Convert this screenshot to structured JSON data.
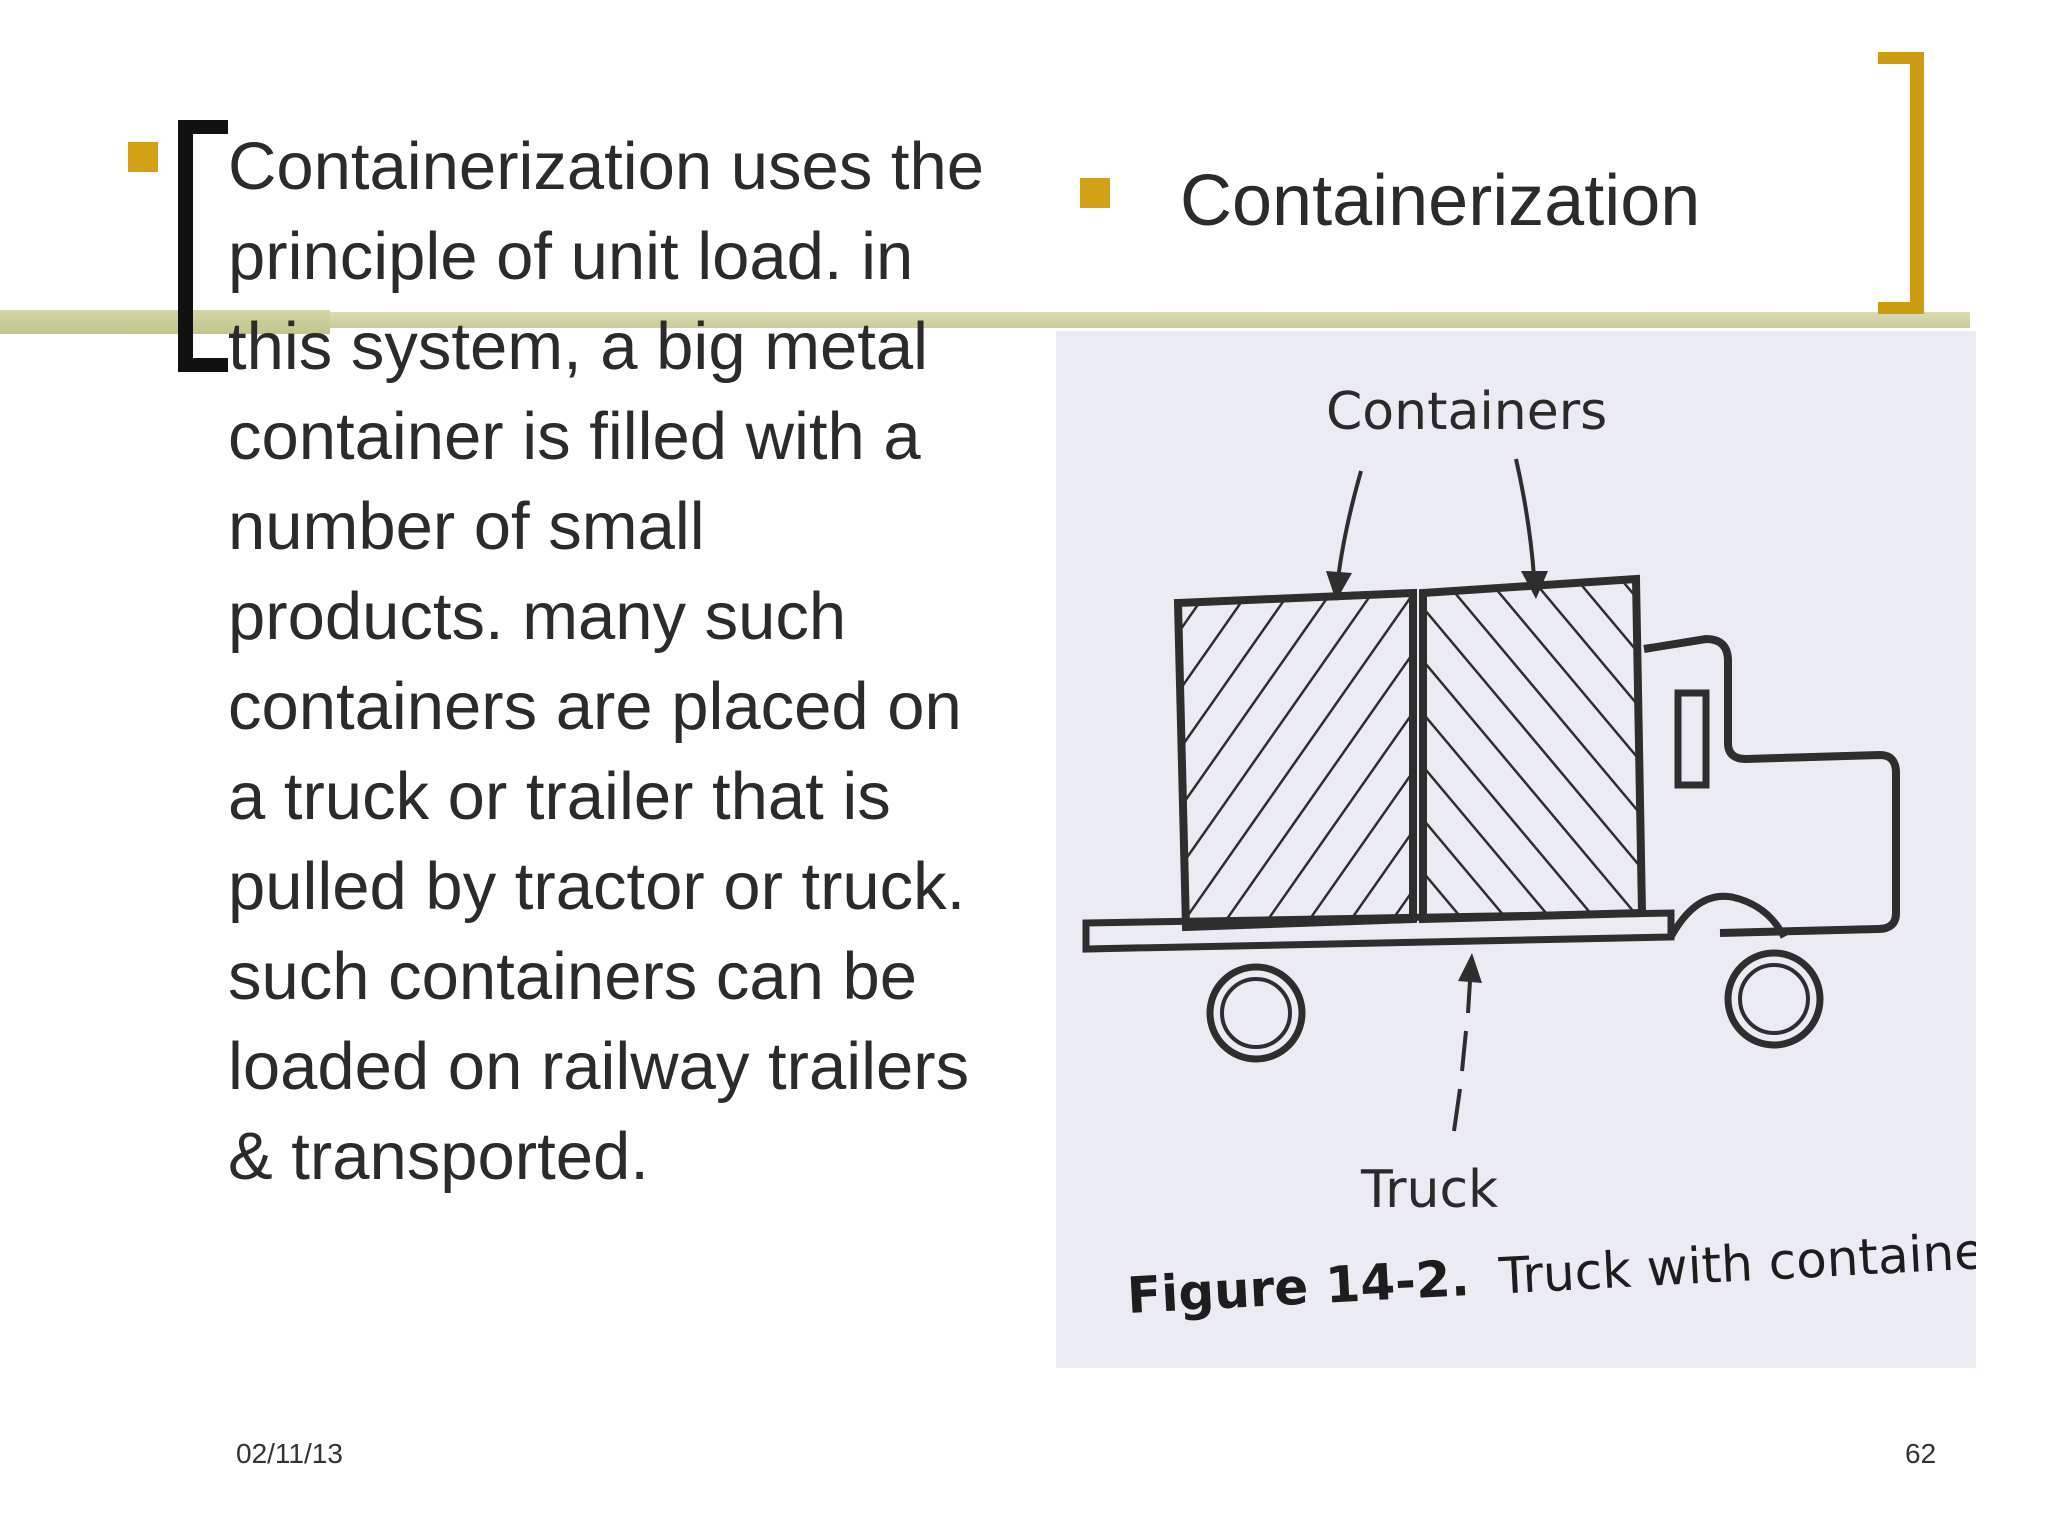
{
  "slide": {
    "body_text": "Containerization uses the principle of unit load. in this system, a big metal container is filled with a number of small products. many such containers are placed on a truck or trailer that is pulled by tractor or truck. such containers can be loaded on railway trailers & transported.",
    "heading": "Containerization",
    "figure": {
      "label_containers": "Containers",
      "label_truck": "Truck",
      "caption_bold": "Figure 14-2.",
      "caption_rest": "Truck with containers."
    },
    "footer": {
      "date": "02/11/13",
      "page_number": "62"
    }
  },
  "colors": {
    "bullet": "#d2a116",
    "accent_bracket": "#cc9d10",
    "rule": "#c9cc97",
    "text": "#2b2b2b",
    "figure_background": "#ebebf4"
  }
}
